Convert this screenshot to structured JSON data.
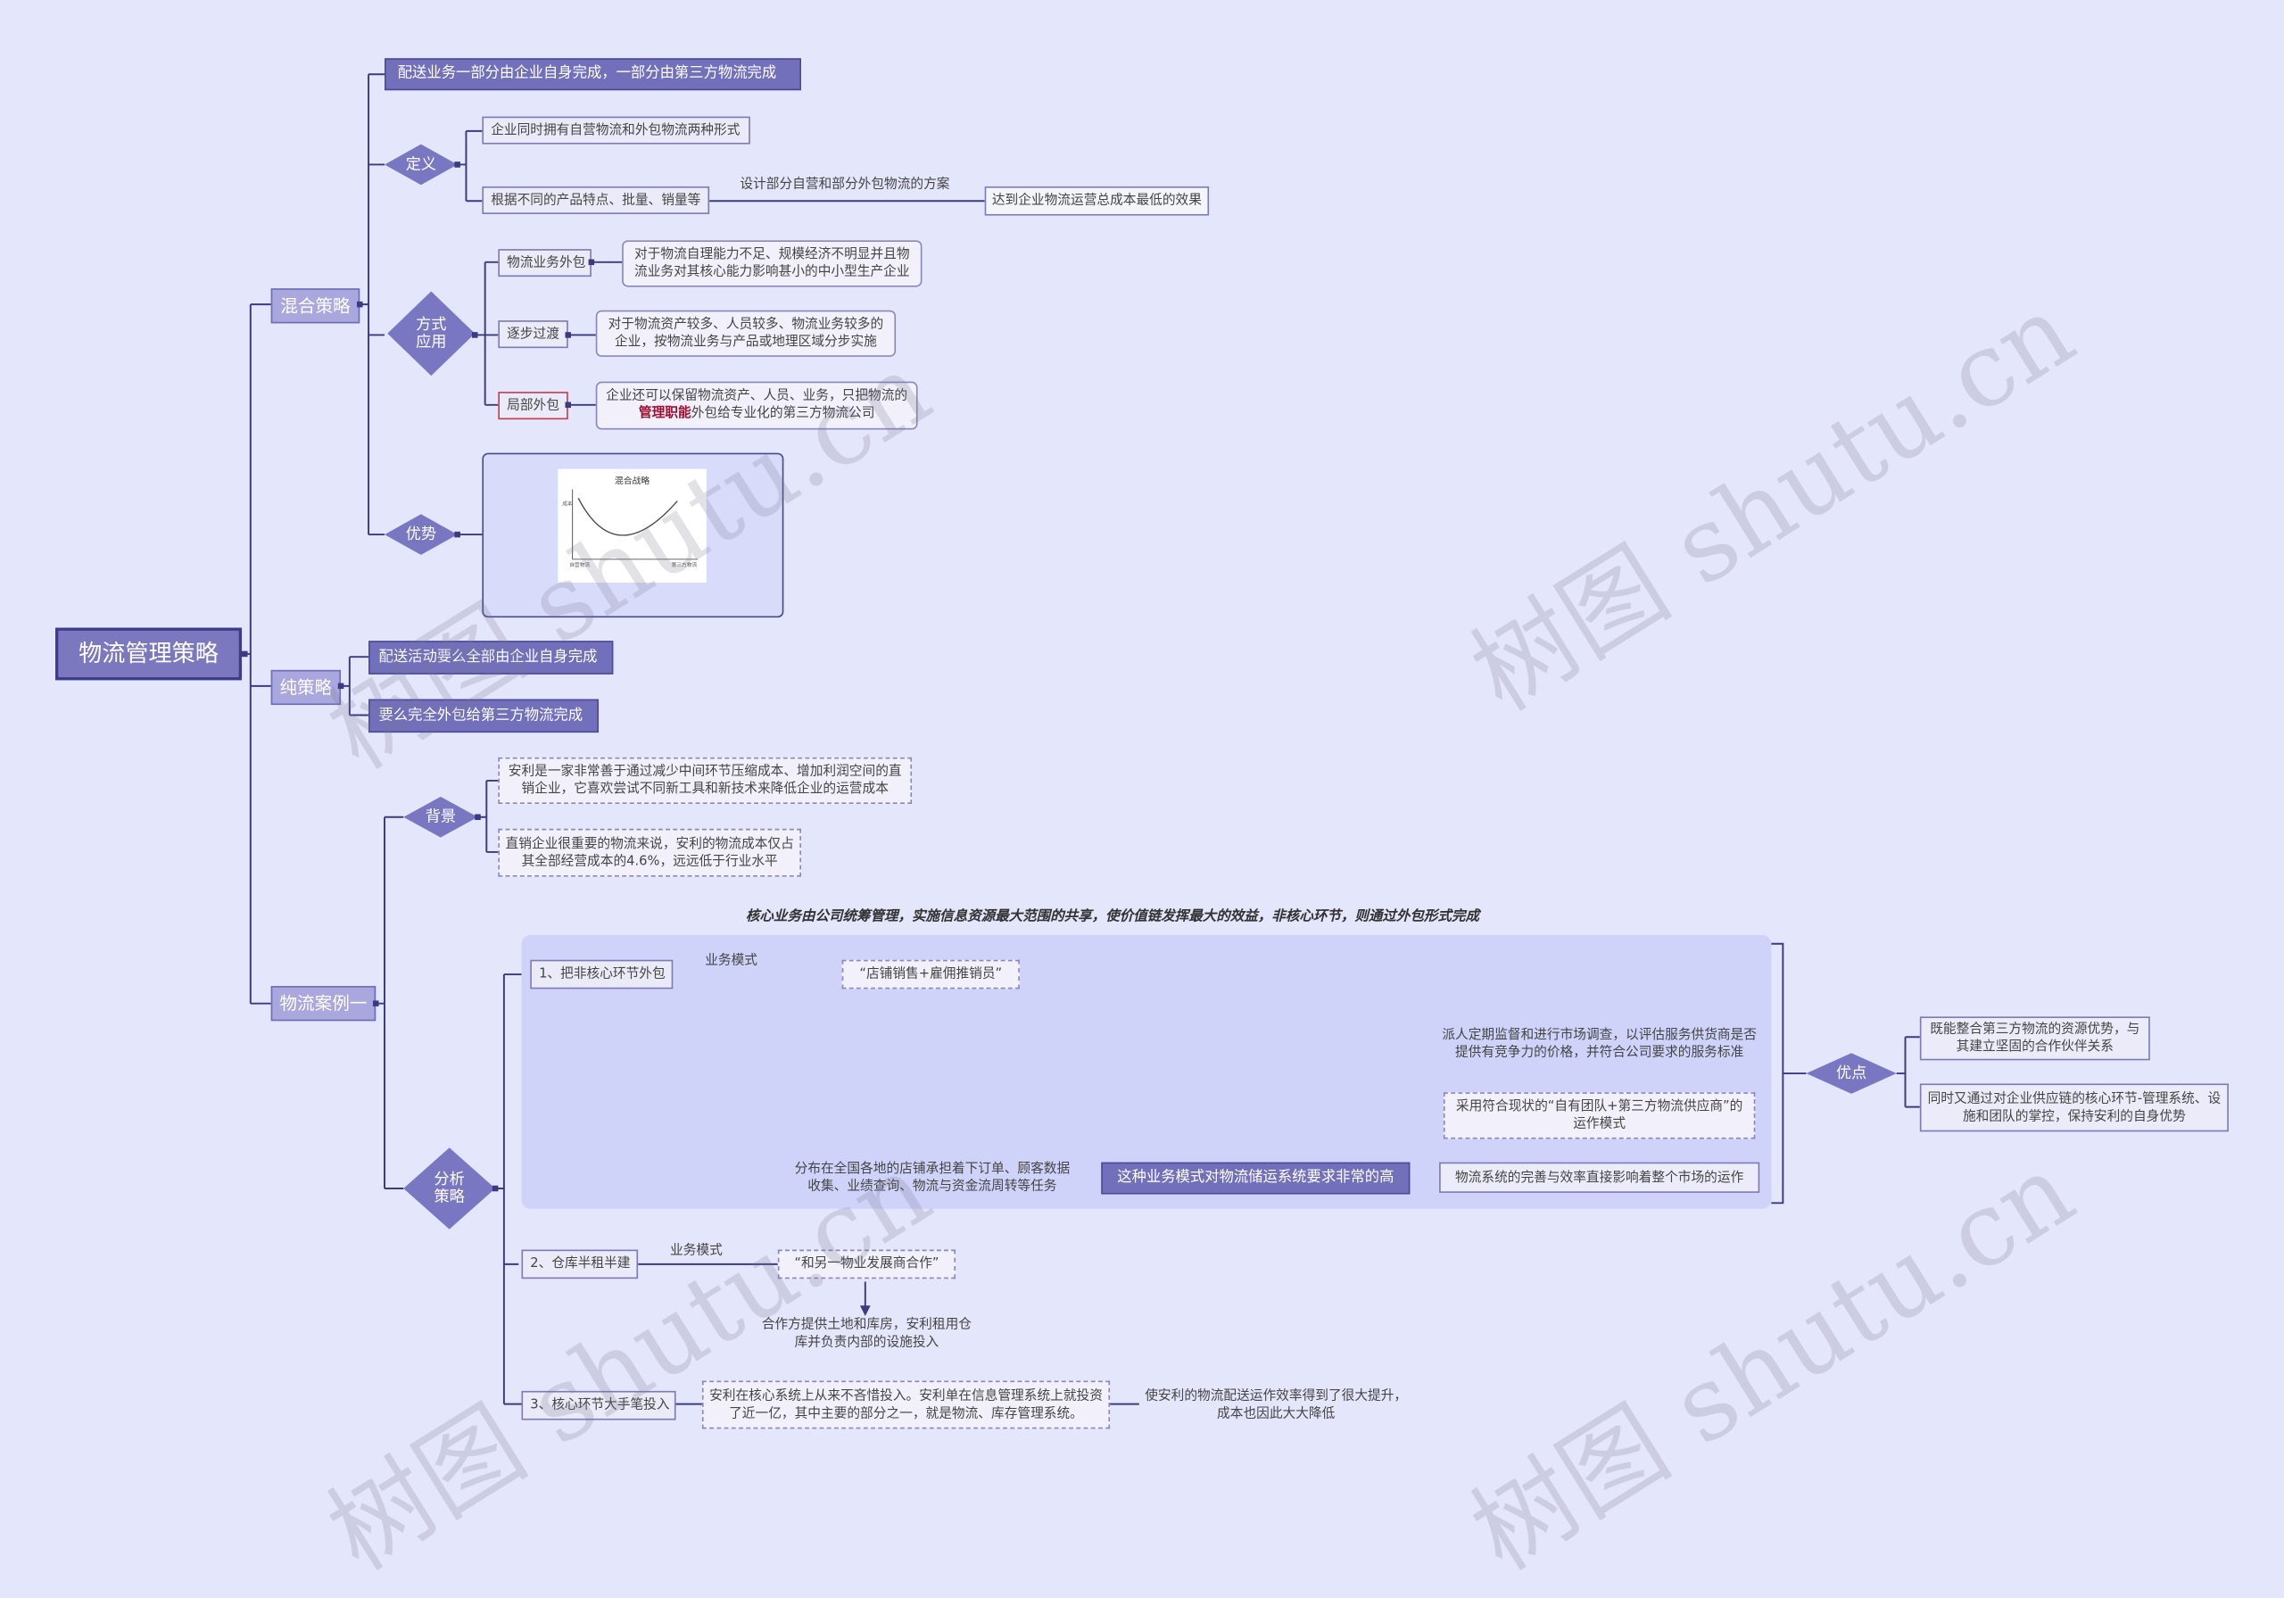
{
  "root": "物流管理策略",
  "watermark": "树图 shutu.cn",
  "mixed": {
    "label": "混合策略",
    "top": "配送业务一部分由企业自身完成，一部分由第三方物流完成",
    "definition": {
      "label": "定义",
      "item1": "企业同时拥有自营物流和外包物流两种形式",
      "item2": "根据不同的产品特点、批量、销量等",
      "edge": "设计部分自营和部分外包物流的方案",
      "result": "达到企业物流运营总成本最低的效果"
    },
    "application": {
      "label": "方式\n应用",
      "items": [
        {
          "name": "物流业务外包",
          "desc": "对于物流自理能力不足、规模经济不明显并且物流业务对其核心能力影响甚小的中小型生产企业"
        },
        {
          "name": "逐步过渡",
          "desc": "对于物流资产较多、人员较多、物流业务较多的企业，按物流业务与产品或地理区域分步实施"
        },
        {
          "name": "局部外包",
          "desc_a": "企业还可以保留物流资产、人员、业务，只把物流的",
          "desc_hl": "管理职能",
          "desc_b": "外包给专业化的第三方物流公司"
        }
      ]
    },
    "advantage": {
      "label": "优势",
      "chart_title": "混合战略",
      "chart_y": "成本",
      "chart_x_left": "自营物流",
      "chart_x_right": "第三方物流"
    }
  },
  "pure": {
    "label": "纯策略",
    "item1": "配送活动要么全部由企业自身完成",
    "item2": "要么完全外包给第三方物流完成"
  },
  "case": {
    "label": "物流案例一",
    "background": {
      "label": "背景",
      "item1": "安利是一家非常善于通过减少中间环节压缩成本、增加利润空间的直销企业，它喜欢尝试不同新工具和新技术来降低企业的运营成本",
      "item2": "直销企业很重要的物流来说，安利的物流成本仅占其全部经营成本的4.6%，远远低于行业水平"
    },
    "analysis": {
      "label": "分析\n策略",
      "headline": "核心业务由公司统筹管理，实施信息资源最大范围的共享，使价值链发挥最大的效益，非核心环节，则通过外包形式完成",
      "s1": "1、把非核心环节外包",
      "s1_edge": "业务模式",
      "s1_mode": "“店铺销售+雇佣推销员”",
      "s1_stores": "分布在全国各地的店铺承担着下订单、顾客数据收集、业绩查询、物流与资金流周转等任务",
      "s1_high": "这种业务模式对物流储运系统要求非常的高",
      "s1_system": "物流系统的完善与效率直接影响着整个市场的运作",
      "s1_adopt": "采用符合现状的“自有团队+第三方物流供应商”的运作模式",
      "s1_supervise": "派人定期监督和进行市场调查，以评估服务供货商是否提供有竞争力的价格，并符合公司要求的服务标准",
      "s2": "2、仓库半租半建",
      "s2_edge": "业务模式",
      "s2_mode": "“和另一物业发展商合作”",
      "s2_desc": "合作方提供土地和库房，安利租用仓库并负责内部的设施投入",
      "s3": "3、核心环节大手笔投入",
      "s3_desc": "安利在核心系统上从来不吝惜投入。安利单在信息管理系统上就投资了近一亿，其中主要的部分之一，就是物流、库存管理系统。",
      "s3_result": "使安利的物流配送运作效率得到了很大提升，成本也因此大大降低",
      "merit": {
        "label": "优点",
        "item1": "既能整合第三方物流的资源优势，与其建立坚固的合作伙伴关系",
        "item2": "同时又通过对企业供应链的核心环节-管理系统、设施和团队的掌控，保持安利的自身优势"
      }
    }
  }
}
